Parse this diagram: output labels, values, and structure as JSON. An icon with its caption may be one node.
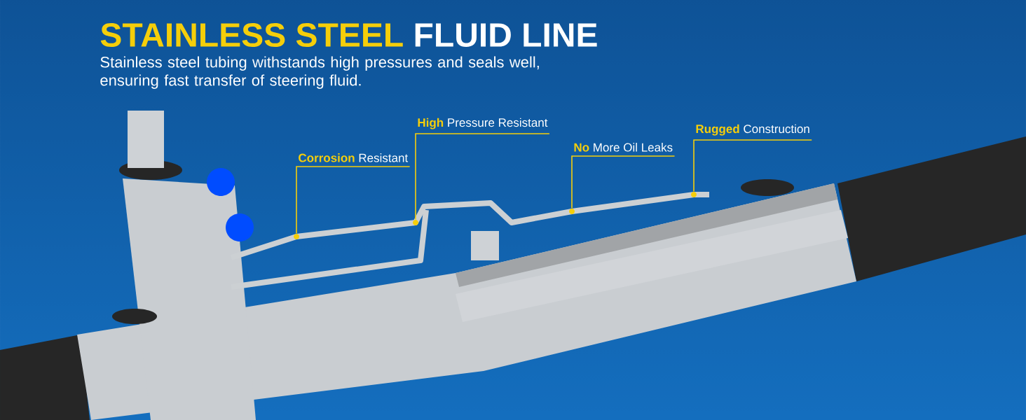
{
  "diagram": {
    "title": "**STAINLESS STEEL** FLUID LINE",
    "nodes": [
      {
        "text": [
          "**Corrosion** Resistant"
        ]
      },
      {
        "text": [],
        "shape": "circle"
      },
      {
        "text": [
          "**High** Pressure Resistant"
        ]
      },
      {
        "text": [],
        "shape": "circle"
      },
      {
        "text": [
          "**No** More Oil Leaks"
        ]
      },
      {
        "text": [],
        "shape": "circle"
      },
      {
        "text": [
          "**Rugged** Construction"
        ]
      },
      {
        "text": [],
        "shape": "circle"
      }
    ],
    "edges": [
      {
        "from": 0,
        "to": 1,
        "arrow": "none"
      },
      {
        "from": 2,
        "to": 3,
        "arrow": "none"
      },
      {
        "from": 4,
        "to": 5,
        "arrow": "none"
      },
      {
        "from": 6,
        "to": 7,
        "arrow": "none"
      }
    ],
    "labels": [
      "Stainless steel tubing withstands high pressures and seals well, ensuring fast transfer of steering fluid."
    ]
  }
}
